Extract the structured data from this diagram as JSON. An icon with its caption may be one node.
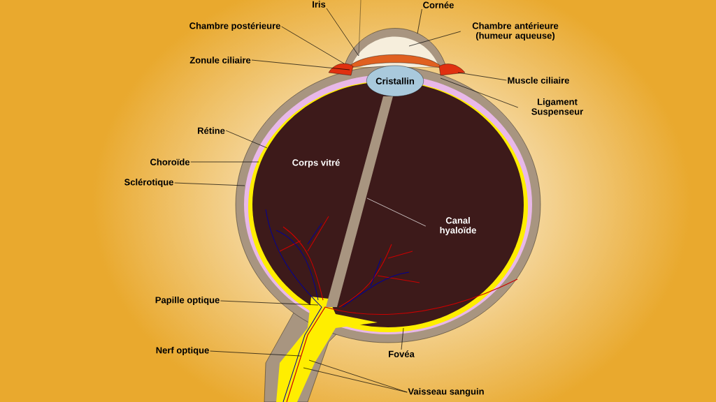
{
  "diagram": {
    "nodes": [
      {
        "text": [
          "Iris"
        ]
      },
      {
        "text": [
          "Cornée"
        ]
      },
      {
        "text": [
          "Chambre postérieure"
        ]
      },
      {
        "text": [
          "Chambre antérieure (humeur aqueuse)"
        ]
      },
      {
        "text": [
          "Zonule ciliaire"
        ]
      },
      {
        "text": [
          "Cristallin"
        ]
      },
      {
        "text": [
          "Muscle ciliaire"
        ]
      },
      {
        "text": [
          "Ligament Suspenseur"
        ]
      },
      {
        "text": [
          "Rétine"
        ]
      },
      {
        "text": [
          "Choroïde"
        ]
      },
      {
        "text": [
          "Sclérotique"
        ]
      },
      {
        "text": [
          "Canal hyaloïde"
        ]
      },
      {
        "text": [
          "Papille optique"
        ]
      },
      {
        "text": [
          "Nerf optique"
        ]
      },
      {
        "text": [
          "Fovéa"
        ]
      },
      {
        "text": [
          "Vaisseau sanguin"
        ]
      }
    ],
    "edges": [
      {
        "from": 0,
        "to": null,
        "arrow": "none"
      },
      {
        "from": 1,
        "to": null,
        "arrow": "none"
      },
      {
        "from": 2,
        "to": null,
        "arrow": "none"
      },
      {
        "from": 3,
        "to": null,
        "arrow": "none"
      },
      {
        "from": 4,
        "to": null,
        "arrow": "none"
      },
      {
        "from": 6,
        "to": null,
        "arrow": "none"
      },
      {
        "from": 7,
        "to": null,
        "arrow": "none"
      },
      {
        "from": 8,
        "to": null,
        "arrow": "none"
      },
      {
        "from": 9,
        "to": null,
        "arrow": "none"
      },
      {
        "from": 10,
        "to": null,
        "arrow": "none"
      },
      {
        "from": 11,
        "to": null,
        "arrow": "none",
        "color": "#ffffff"
      },
      {
        "from": 12,
        "to": null,
        "arrow": "none"
      },
      {
        "from": 13,
        "to": null,
        "arrow": "none"
      },
      {
        "from": 14,
        "to": null,
        "arrow": "none"
      },
      {
        "from": 15,
        "to": null,
        "arrow": "none"
      },
      {
        "from": 15,
        "to": null,
        "arrow": "none"
      }
    ],
    "labels": [
      "Corps vitré"
    ]
  }
}
